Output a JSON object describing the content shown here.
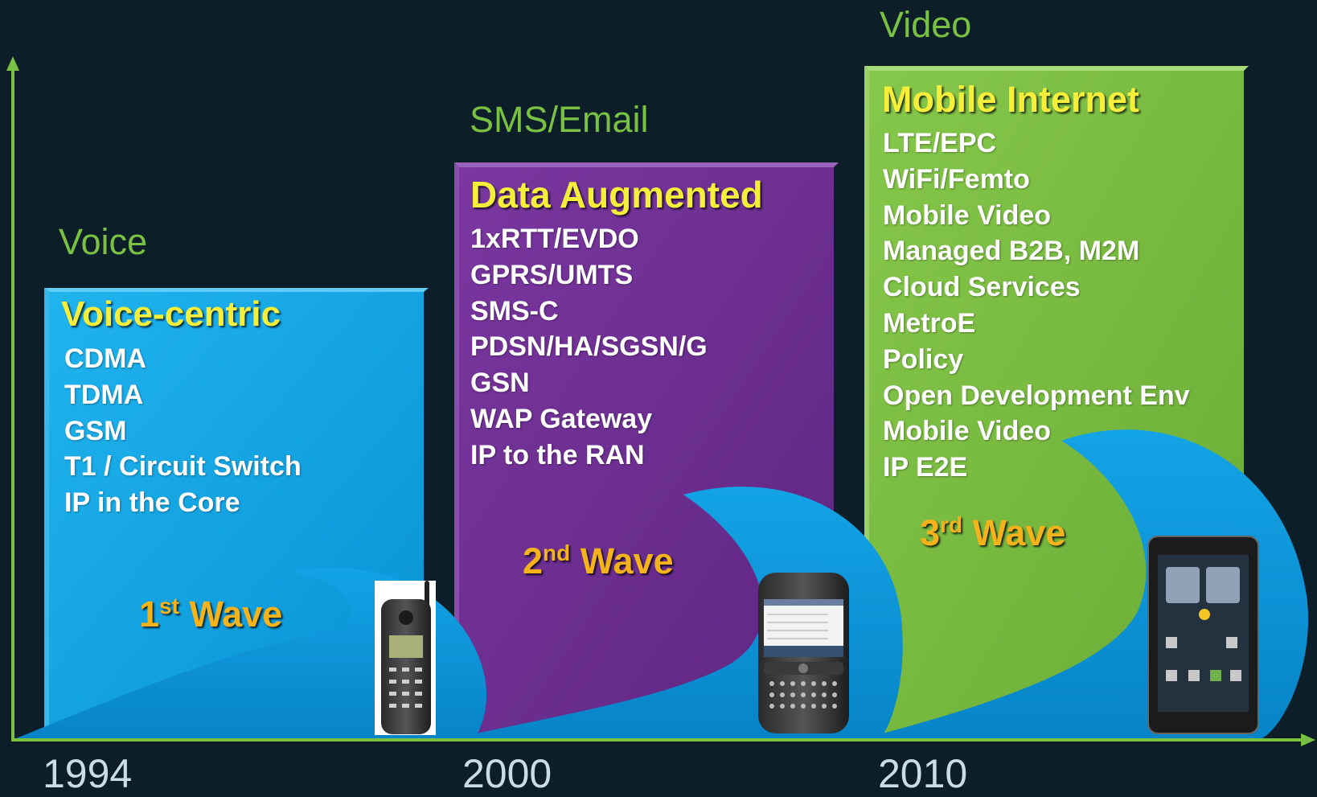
{
  "eras": [
    {
      "label": "Voice"
    },
    {
      "label": "SMS/Email"
    },
    {
      "label": "Video"
    }
  ],
  "years": [
    "1994",
    "2000",
    "2010"
  ],
  "boxes": [
    {
      "title": "Voice-centric",
      "color": "#0aa0e0",
      "items": [
        "CDMA",
        "TDMA",
        "GSM",
        "T1 / Circuit Switch",
        "IP in the Core"
      ]
    },
    {
      "title": "Data Augmented",
      "color": "#6f2f91",
      "items": [
        "1xRTT/EVDO",
        "GPRS/UMTS",
        "SMS-C",
        "PDSN/HA/SGSN/G",
        "GSN",
        "WAP Gateway",
        "IP to the RAN"
      ]
    },
    {
      "title": "Mobile Internet",
      "color": "#7bbd42",
      "items": [
        "LTE/EPC",
        "WiFi/Femto",
        "Mobile Video",
        "Managed B2B, M2M",
        "Cloud Services",
        "MetroE",
        "Policy",
        "Open Development Env",
        "Mobile Video",
        "IP E2E"
      ]
    }
  ],
  "waves": [
    {
      "num": "1",
      "sup": "st",
      "word": "Wave"
    },
    {
      "num": "2",
      "sup": "nd",
      "word": "Wave"
    },
    {
      "num": "3",
      "sup": "rd",
      "word": "Wave"
    }
  ],
  "colors": {
    "background": "#0c1f28",
    "axis": "#7ac143",
    "wave": "#0b92d3",
    "title": "#f5ee3a",
    "wave_label": "#f5b31b"
  },
  "icons": [
    "feature-phone-icon",
    "blackberry-phone-icon",
    "smartphone-icon"
  ]
}
